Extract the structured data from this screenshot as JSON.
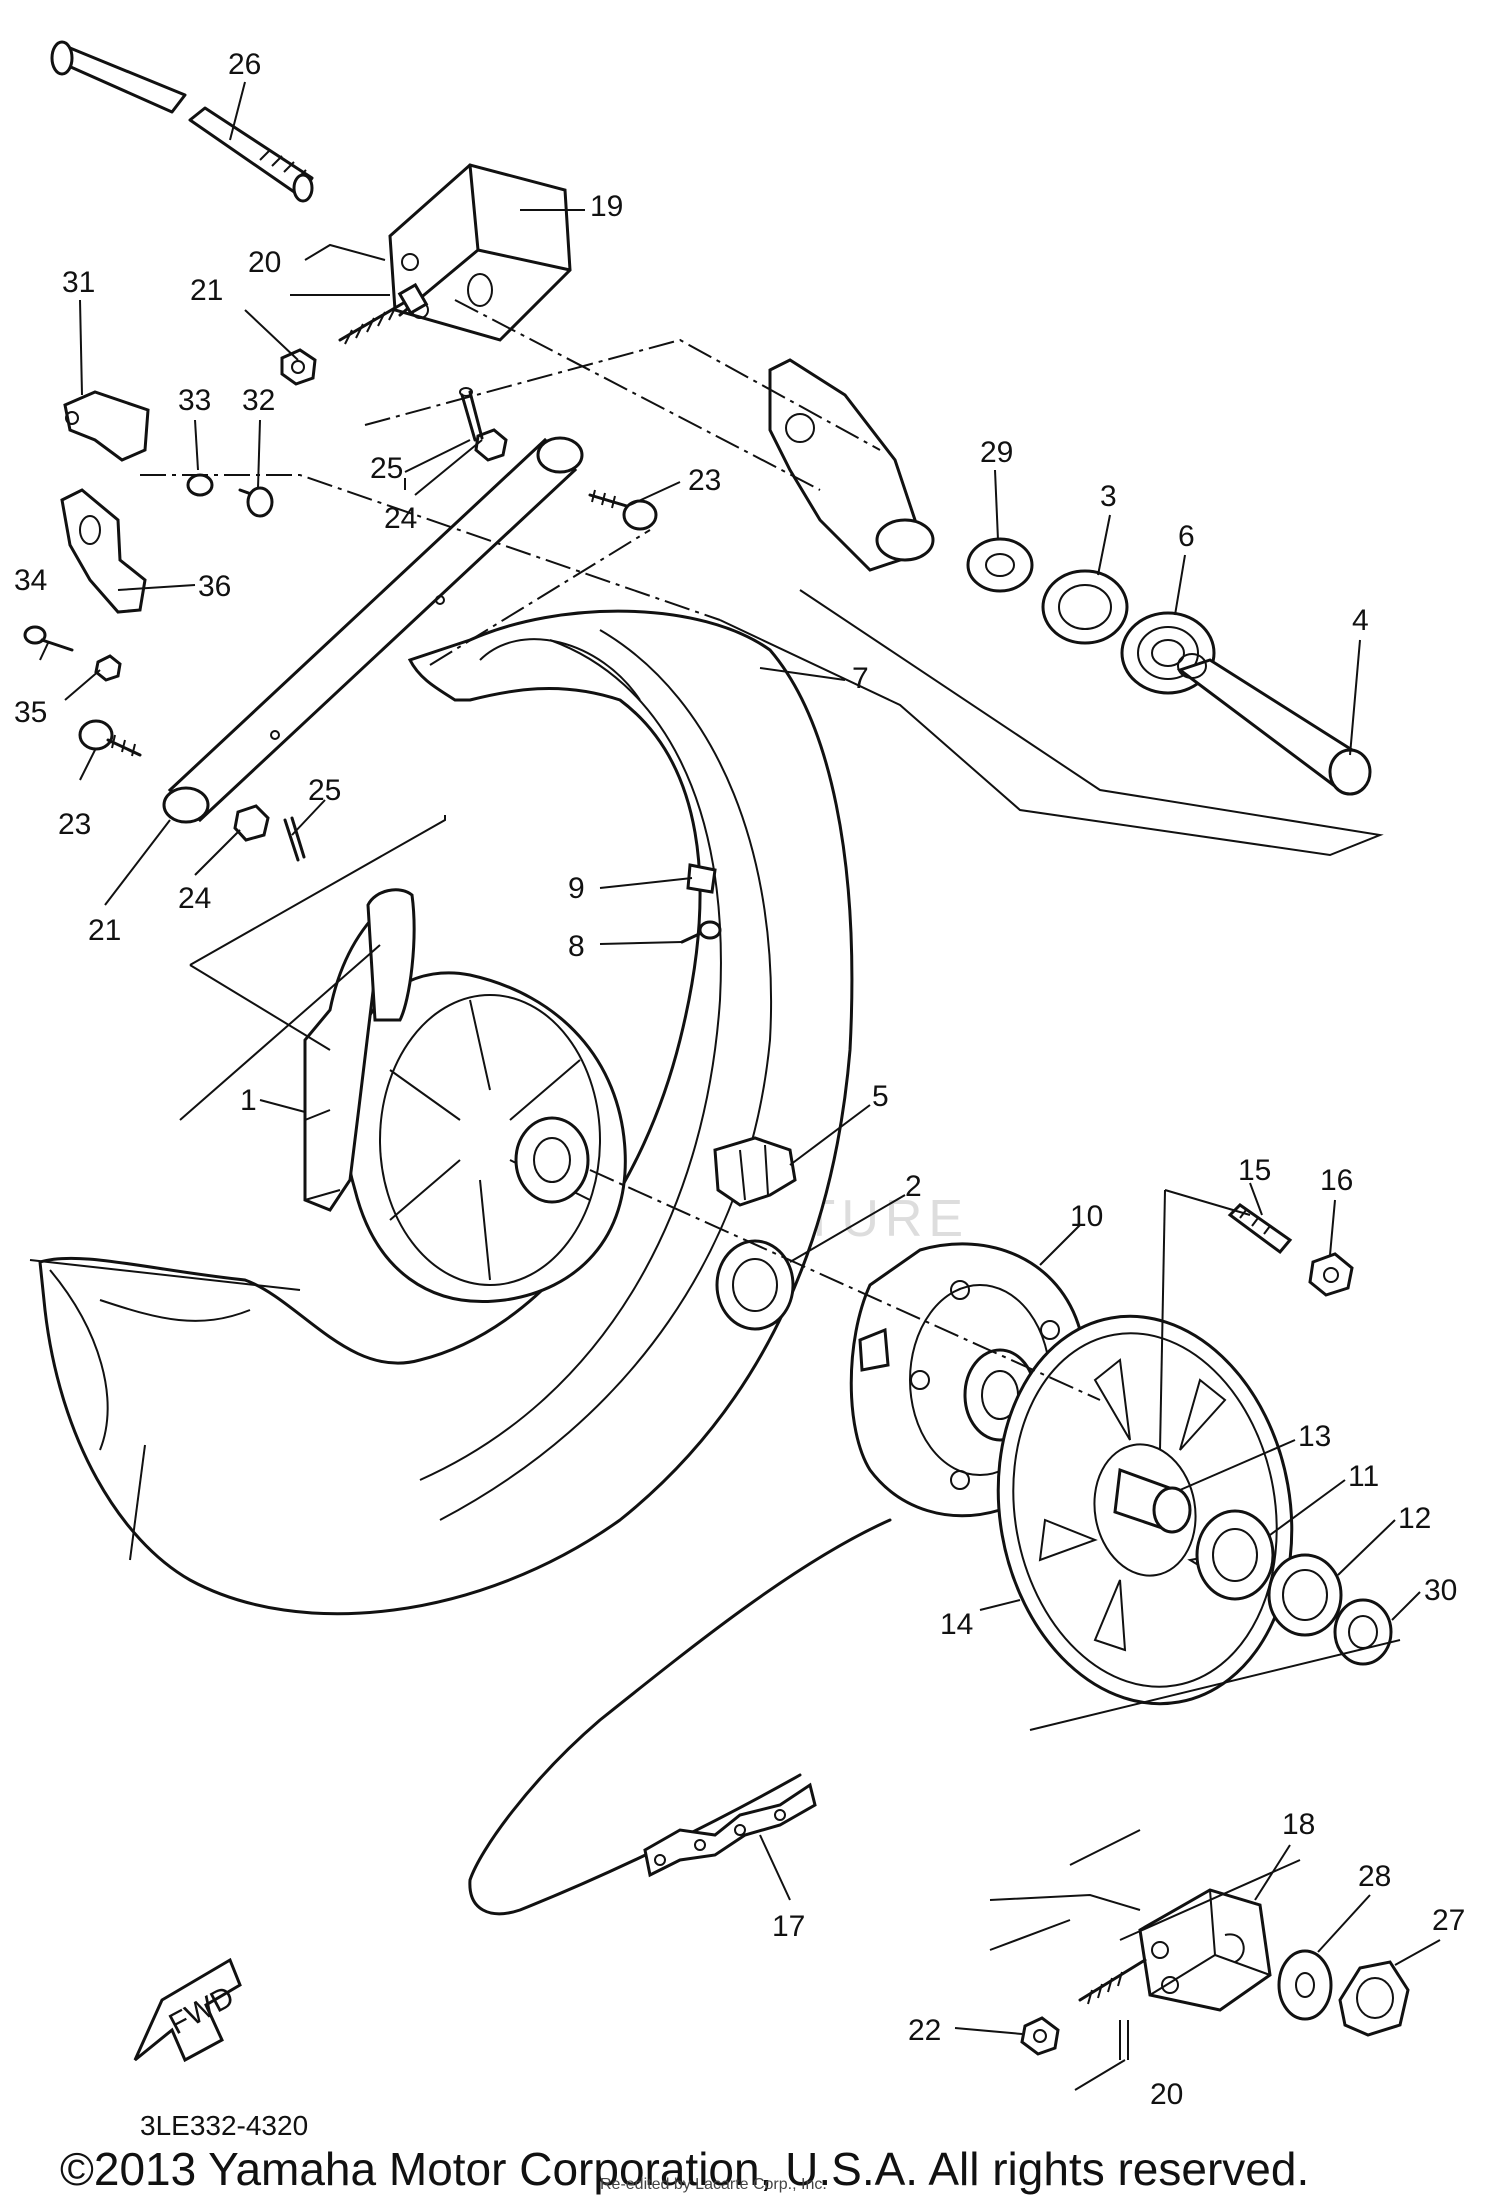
{
  "callouts": [
    "1",
    "2",
    "3",
    "4",
    "5",
    "6",
    "7",
    "8",
    "9",
    "10",
    "11",
    "12",
    "13",
    "14",
    "15",
    "16",
    "17",
    "18",
    "19",
    "20",
    "20",
    "21",
    "21",
    "22",
    "23",
    "23",
    "24",
    "24",
    "25",
    "25",
    "26",
    "27",
    "28",
    "29",
    "30",
    "31",
    "32",
    "33",
    "34",
    "35",
    "36"
  ],
  "badge": {
    "fwd": "FWD"
  },
  "footer": {
    "diagram_code": "3LE332-4320",
    "copyright": "©2013 Yamaha Motor Corporation, U.S.A. All rights reserved.",
    "subnote": "Re-edited by Lacarte Corp., Inc."
  },
  "watermark": "CTURE"
}
